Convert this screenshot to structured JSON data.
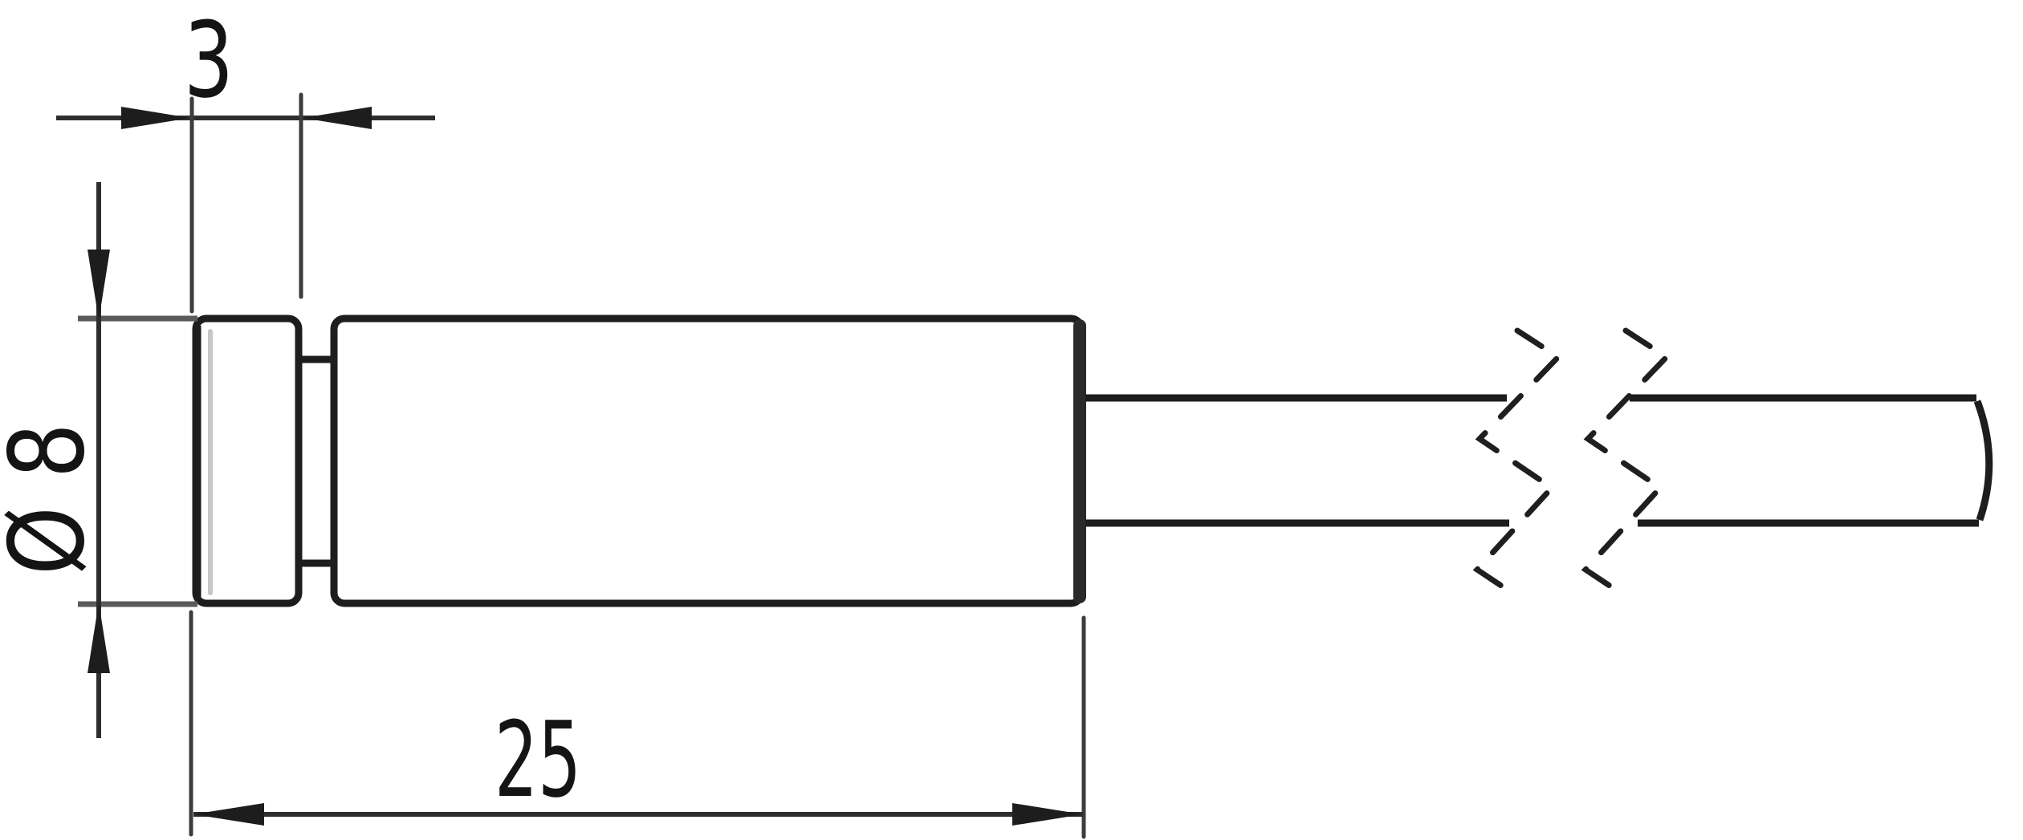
{
  "page": {
    "background": "#ffffff"
  },
  "drawing": {
    "type": "technical-dimension-drawing",
    "subject": "cylindrical sensor head with attached cable (side view)",
    "colors": {
      "outline": "#1d1d1d",
      "dimension_lines": "#2e2e2e",
      "witness_lines": "#5a5a5a",
      "edge_highlight": "#c7c7c7",
      "text": "#141414"
    },
    "dimensions": {
      "cap_width": {
        "label": "3"
      },
      "diameter": {
        "label": "Ø 8"
      },
      "body_length": {
        "label": "25"
      }
    }
  }
}
